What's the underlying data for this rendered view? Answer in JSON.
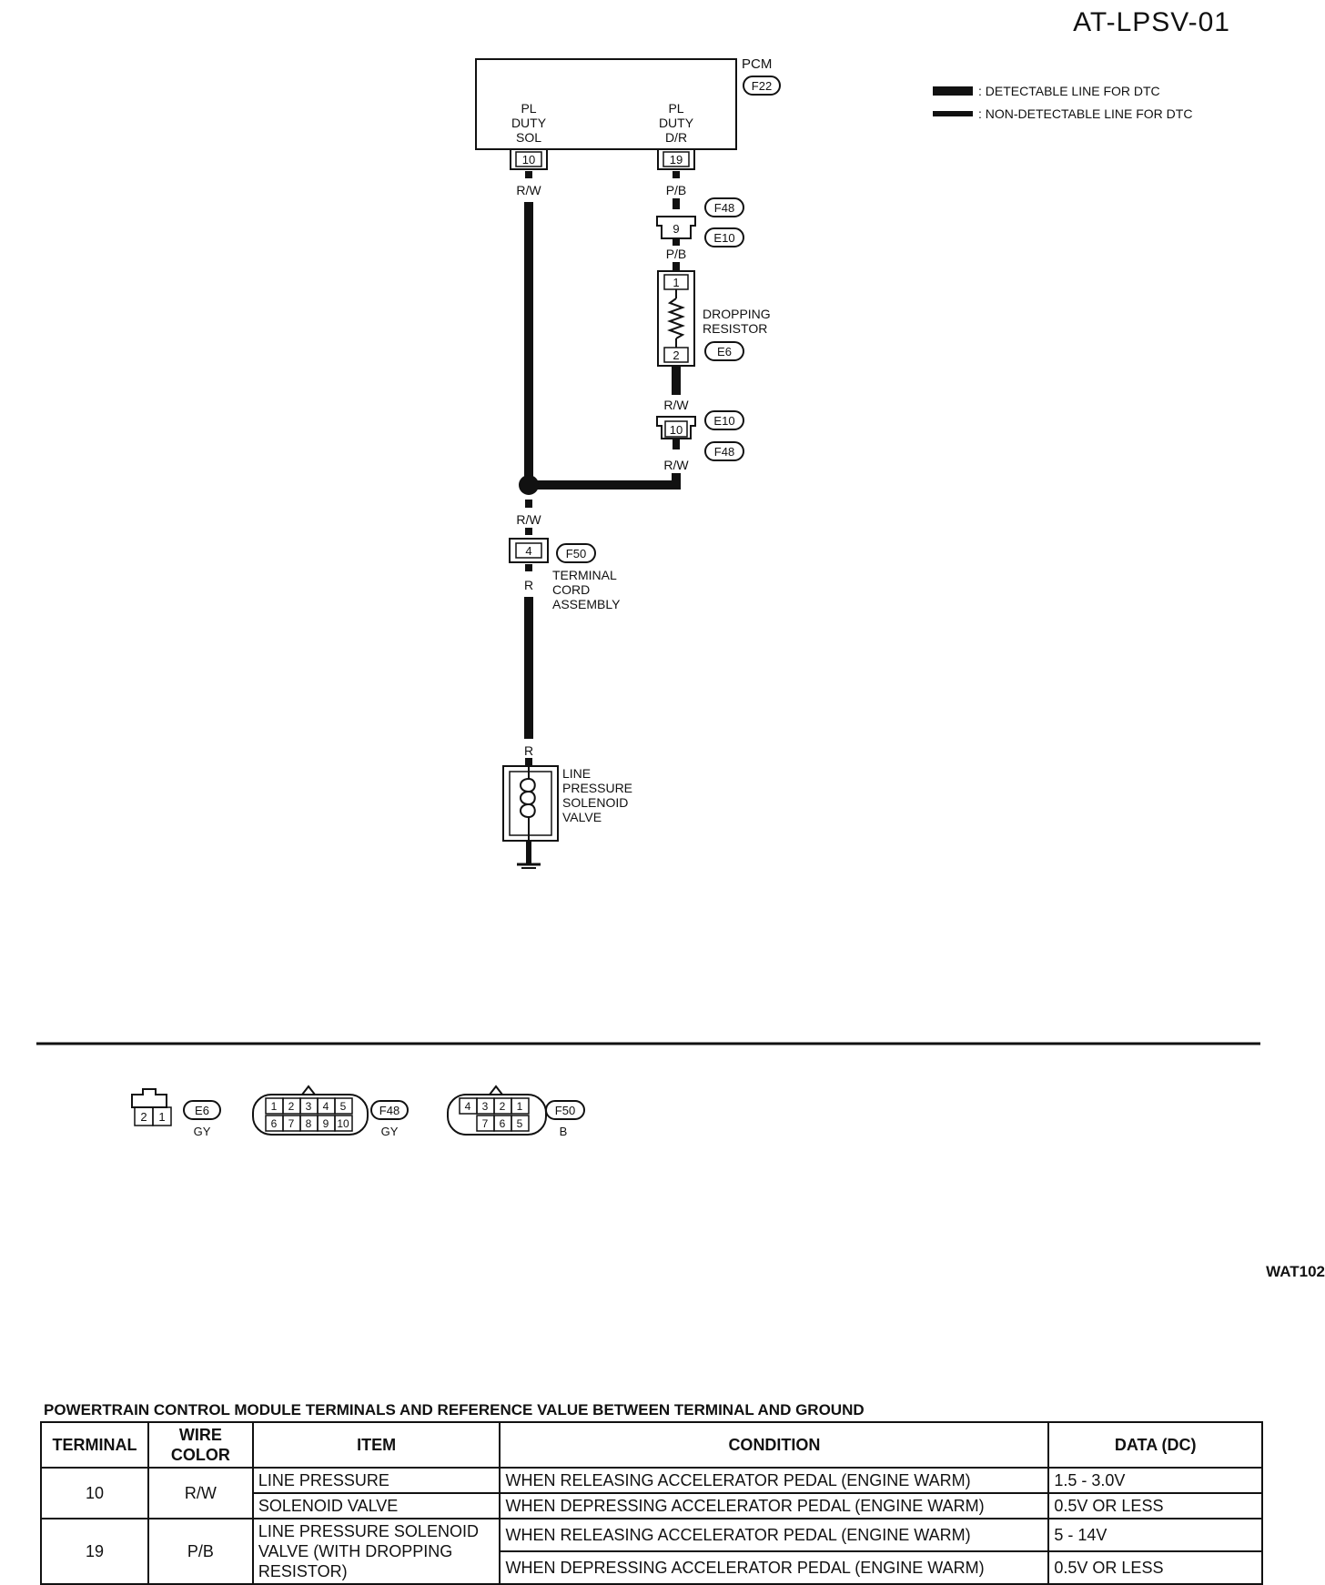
{
  "page": {
    "id": "AT-LPSV-01",
    "figure_code": "WAT102"
  },
  "legend": {
    "detectable": ": DETECTABLE LINE FOR DTC",
    "non_detectable": ": NON-DETECTABLE LINE FOR DTC"
  },
  "pcm": {
    "name": "PCM",
    "connector": "F22",
    "pins": [
      {
        "label_lines": [
          "PL",
          "DUTY",
          "SOL"
        ],
        "terminal": "10"
      },
      {
        "label_lines": [
          "PL",
          "DUTY",
          "D/R"
        ],
        "terminal": "19"
      }
    ]
  },
  "circuit": {
    "wire_rw": "R/W",
    "wire_pb": "P/B",
    "wire_r": "R",
    "conn_f48_e10_top": {
      "pin": "9",
      "conn_a": "F48",
      "conn_b": "E10"
    },
    "dropping_resistor": {
      "name_lines": [
        "DROPPING",
        "RESISTOR"
      ],
      "pin_top": "1",
      "pin_bottom": "2",
      "connector": "E6"
    },
    "conn_e10_f48_bottom": {
      "pin": "10",
      "conn_a": "E10",
      "conn_b": "F48"
    },
    "terminal_cord": {
      "pin": "4",
      "connector": "F50",
      "name_lines": [
        "TERMINAL",
        "CORD",
        "ASSEMBLY"
      ]
    },
    "solenoid": {
      "name_lines": [
        "LINE",
        "PRESSURE",
        "SOLENOID",
        "VALVE"
      ]
    }
  },
  "connector_views": [
    {
      "id": "E6",
      "color": "GY",
      "pins_top": [],
      "pins_bottom": [
        "2",
        "1"
      ]
    },
    {
      "id": "F48",
      "color": "GY",
      "pins_top": [
        "1",
        "2",
        "3",
        "4",
        "5"
      ],
      "pins_bottom": [
        "6",
        "7",
        "8",
        "9",
        "10"
      ]
    },
    {
      "id": "F50",
      "color": "B",
      "pins_top": [
        "4",
        "3",
        "2",
        "1"
      ],
      "pins_bottom": [
        "7",
        "6",
        "5"
      ]
    }
  ],
  "table": {
    "title": "POWERTRAIN CONTROL MODULE TERMINALS AND REFERENCE VALUE BETWEEN TERMINAL AND GROUND",
    "headers": [
      "TERMINAL",
      "WIRE COLOR",
      "ITEM",
      "CONDITION",
      "DATA (DC)"
    ],
    "rows": [
      {
        "terminal": "10",
        "wire_color": "R/W",
        "item_lines": [
          "LINE PRESSURE",
          "SOLENOID VALVE"
        ],
        "conditions": [
          {
            "condition": "WHEN RELEASING ACCELERATOR PEDAL (ENGINE WARM)",
            "data": "1.5 - 3.0V"
          },
          {
            "condition": "WHEN DEPRESSING ACCELERATOR PEDAL (ENGINE WARM)",
            "data": "0.5V OR LESS"
          }
        ]
      },
      {
        "terminal": "19",
        "wire_color": "P/B",
        "item_lines": [
          "LINE PRESSURE SOLENOID",
          "VALVE (WITH DROPPING",
          "RESISTOR)"
        ],
        "conditions": [
          {
            "condition": "WHEN RELEASING ACCELERATOR PEDAL (ENGINE WARM)",
            "data": "5 - 14V"
          },
          {
            "condition": "WHEN DEPRESSING ACCELERATOR PEDAL (ENGINE WARM)",
            "data": "0.5V OR LESS"
          }
        ]
      }
    ]
  }
}
